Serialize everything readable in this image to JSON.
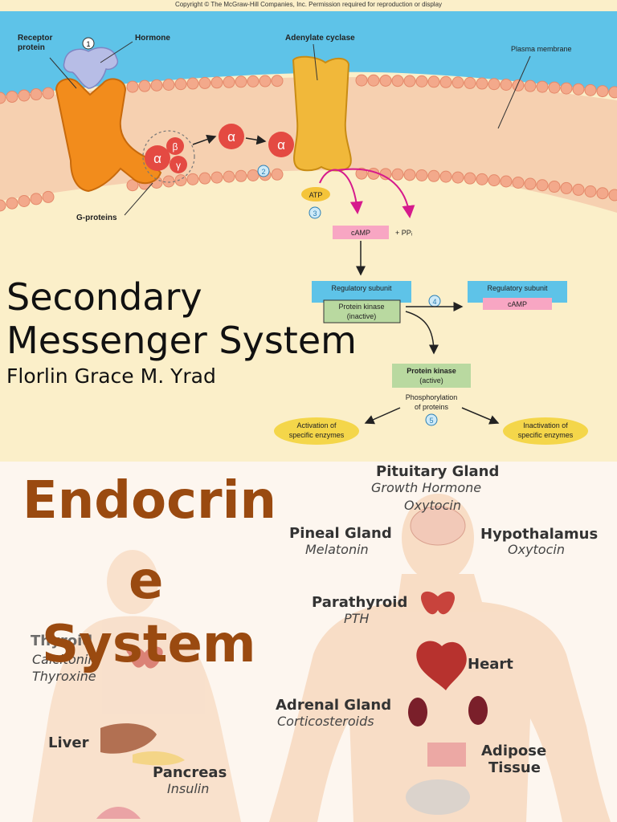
{
  "diagram": {
    "copyright": "Copyright © The McGraw-Hill Companies, Inc. Permission required for reproduction or display",
    "labels": {
      "receptor": "Receptor protein",
      "hormone": "Hormone",
      "adenylate": "Adenylate cyclase",
      "membrane": "Plasma membrane",
      "gproteins": "G-proteins",
      "atp": "ATP",
      "camp": "cAMP",
      "ppi": "+ PPᵢ",
      "reg_subunit": "Regulatory subunit",
      "pk_inactive_1": "Protein kinase",
      "pk_inactive_2": "(inactive)",
      "reg_subunit_2": "Regulatory subunit",
      "camp_2": "cAMP",
      "pk_active_1": "Protein kinase",
      "pk_active_2": "(active)",
      "phospho_1": "Phosphorylation",
      "phospho_2": "of proteins",
      "activation_1": "Activation of",
      "activation_2": "specific enzymes",
      "inactivation_1": "Inactivation of",
      "inactivation_2": "specific enzymes",
      "alpha": "α",
      "beta": "β",
      "gamma": "γ",
      "step1": "1",
      "step2": "2",
      "step3": "3",
      "step4": "4",
      "step5": "5"
    }
  },
  "title": {
    "line1": "Secondary",
    "line2": "Messenger System",
    "author": "Florlin Grace M. Yrad"
  },
  "endocrine": {
    "title_line1": "Endocrin",
    "title_line2": "e",
    "title_line3": "System",
    "organs": {
      "pituitary": {
        "name": "Pituitary Gland",
        "h1": "Growth Hormone",
        "h2": "Oxytocin"
      },
      "pineal": {
        "name": "Pineal Gland",
        "h1": "Melatonin"
      },
      "hypothalamus": {
        "name": "Hypothalamus",
        "h1": "Oxytocin"
      },
      "parathyroid": {
        "name": "Parathyroid",
        "h1": "PTH"
      },
      "thyroid": {
        "name": "Thyroid",
        "h1": "Calcitonin",
        "h2": "Thyroxine"
      },
      "heart": {
        "name": "Heart"
      },
      "adrenal": {
        "name": "Adrenal Gland",
        "h1": "Corticosteroids"
      },
      "liver": {
        "name": "Liver"
      },
      "adipose": {
        "name": "Adipose",
        "name2": "Tissue"
      },
      "pancreas": {
        "name": "Pancreas",
        "h1": "Insulin"
      }
    }
  }
}
